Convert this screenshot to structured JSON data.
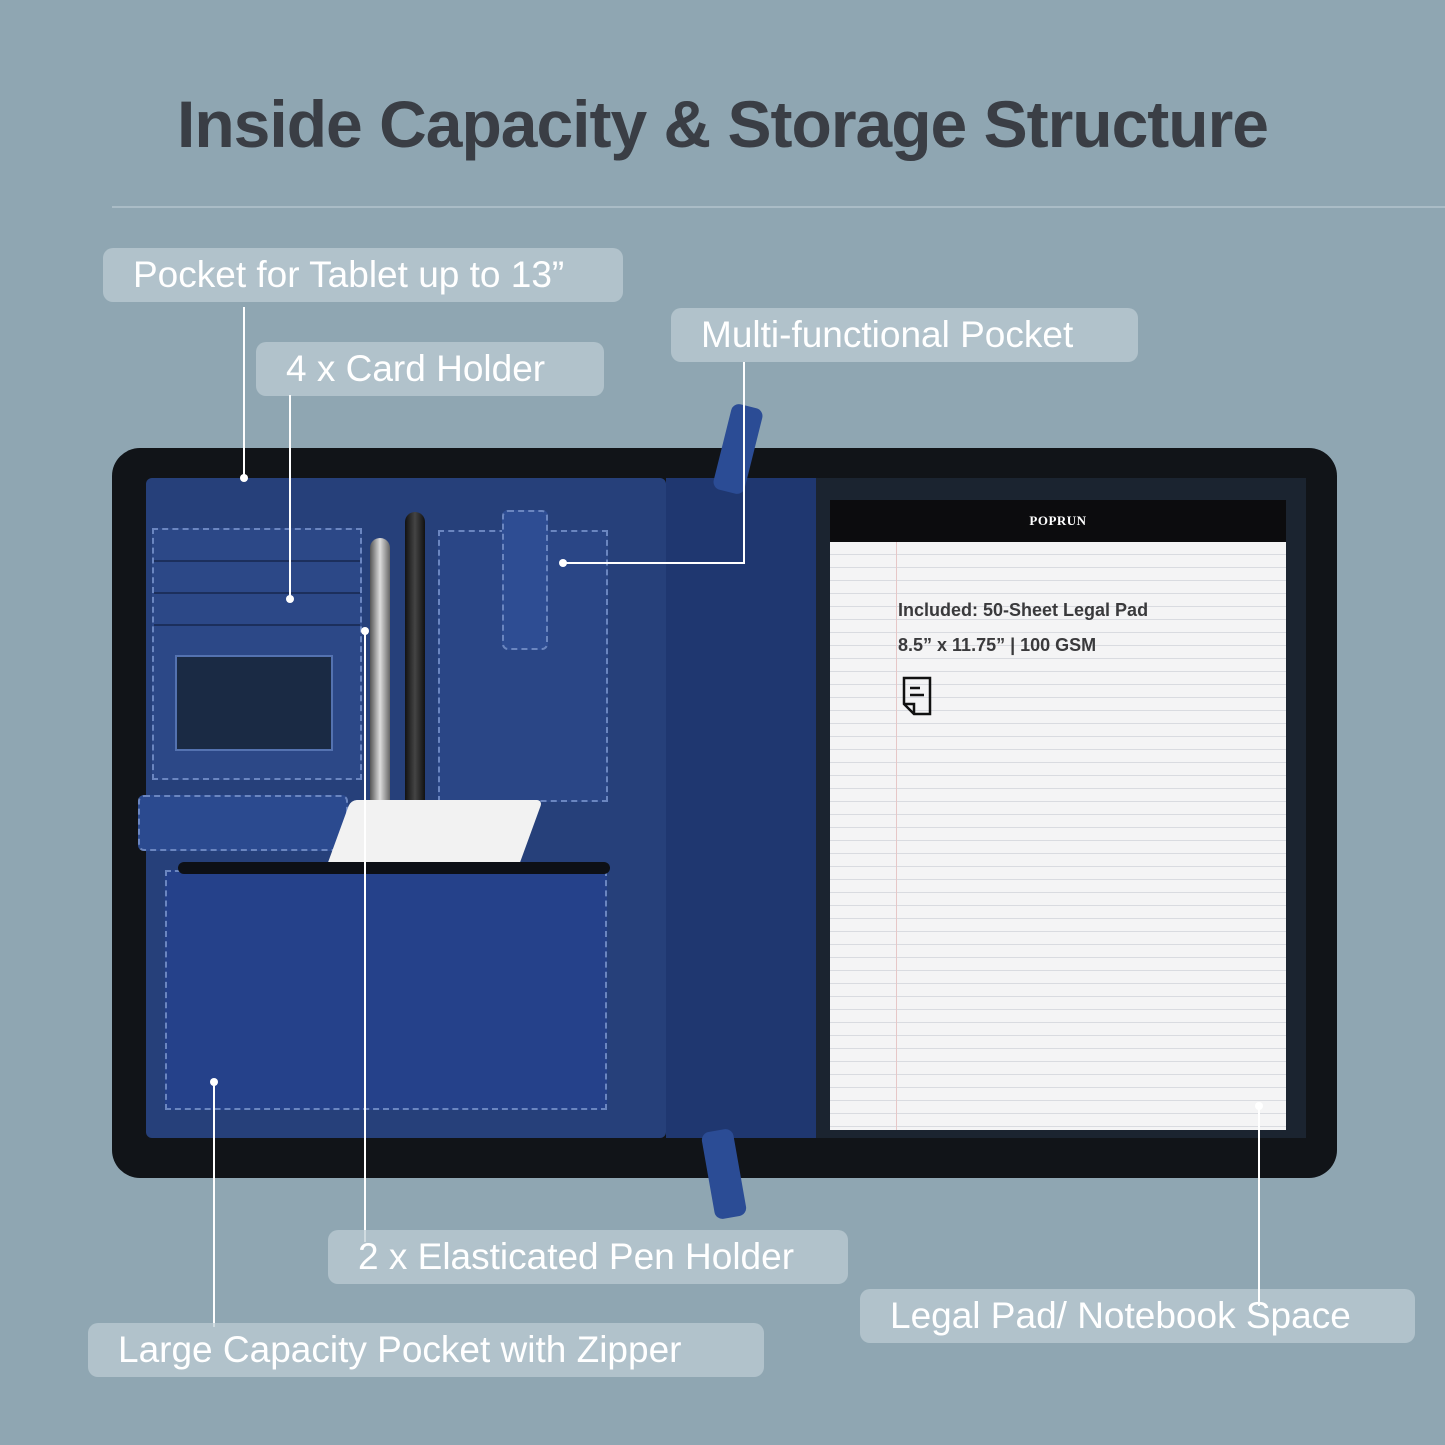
{
  "header": {
    "title": "Inside Capacity & Storage Structure"
  },
  "callouts": [
    {
      "id": "tablet-pocket",
      "label": "Pocket for Tablet up to 13”"
    },
    {
      "id": "card-holder",
      "label": "4 x  Card Holder"
    },
    {
      "id": "multi-pocket",
      "label": "Multi-functional Pocket"
    },
    {
      "id": "pen-holder",
      "label": "2 x Elasticated Pen Holder"
    },
    {
      "id": "zip-pocket",
      "label": "Large Capacity Pocket with Zipper"
    },
    {
      "id": "legal-pad",
      "label": "Legal Pad/ Notebook Space"
    }
  ],
  "legal_pad": {
    "brand": "POPRUN",
    "line1": "Included: 50-Sheet Legal Pad",
    "line2": "8.5” x 11.75” | 100 GSM",
    "icon": "document-icon"
  },
  "colors": {
    "background": "#8fa6b2",
    "title": "#3a3e45",
    "label_bg": "#bccdd4",
    "leather_blue": "#26407a",
    "zipper_black": "#111418"
  }
}
